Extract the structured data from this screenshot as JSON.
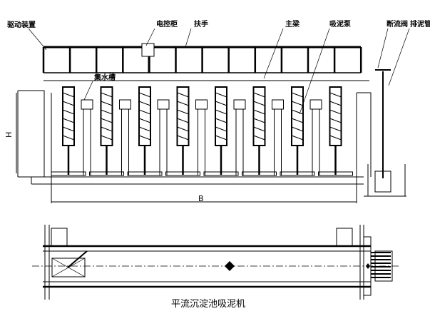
{
  "labels": {
    "drive_device": "驱动装置",
    "control_cabinet": "电控柜",
    "handrail": "扶手",
    "main_beam": "主梁",
    "suction_pump": "吸泥泵",
    "cutoff_valve": "断流阀",
    "sludge_pipe": "排泥管",
    "water_collector": "集水槽"
  },
  "dimensions": {
    "height": "H",
    "width": "B"
  },
  "caption": "平流沉淀池吸泥机",
  "pump_count": 8,
  "colors": {
    "line": "#000000",
    "background": "#ffffff"
  }
}
